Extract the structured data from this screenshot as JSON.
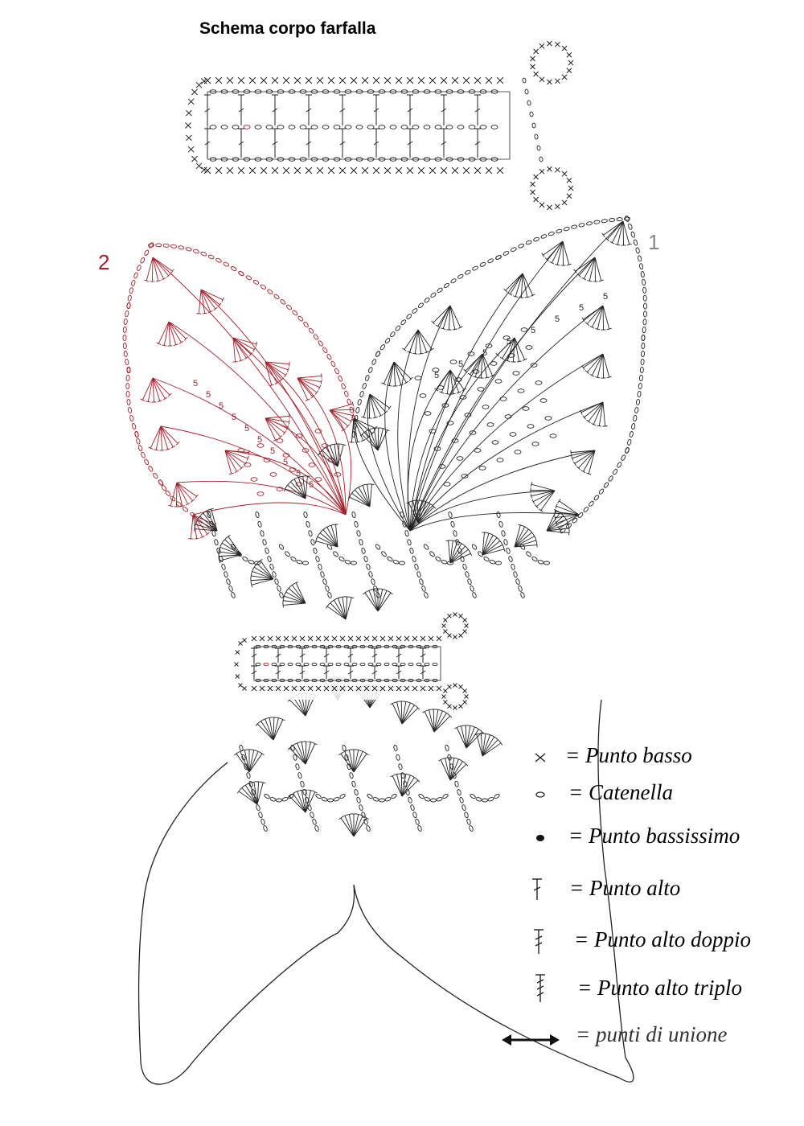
{
  "diagram": {
    "title": "Schema corpo farfalla",
    "wing_labels": [
      "1",
      "2"
    ],
    "colors": {
      "ink": "#222222",
      "red_wing": "#a2202a",
      "label_grey": "#888888"
    }
  },
  "legend": {
    "items": [
      {
        "symbol": "x-stitch-icon",
        "text": "= Punto basso"
      },
      {
        "symbol": "oval-chain-icon",
        "text": "= Catenella"
      },
      {
        "symbol": "dot-slip-icon",
        "text": "= Punto bassissimo"
      },
      {
        "symbol": "tall-t-icon",
        "text": "= Punto alto"
      },
      {
        "symbol": "double-t-icon",
        "text": "= Punto alto doppio"
      },
      {
        "symbol": "triple-t-icon",
        "text": "= Punto alto triplo"
      },
      {
        "symbol": "double-arrow-icon",
        "text": "= punti di unione"
      }
    ]
  }
}
